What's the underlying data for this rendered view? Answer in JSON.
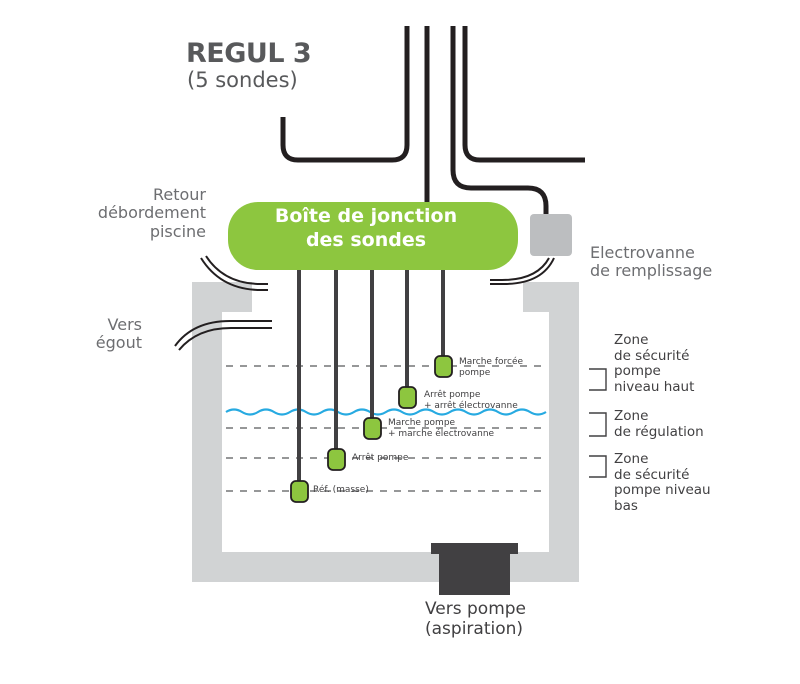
{
  "title": "REGUL 3",
  "subtitle": "(5 sondes)",
  "junction_box": {
    "line1": "Boîte de jonction",
    "line2": "des sondes",
    "color": "#8dc63f"
  },
  "labels": {
    "retour": [
      "Retour",
      "débordement",
      "piscine"
    ],
    "egout": [
      "Vers",
      "égout"
    ],
    "electrovanne": [
      "Electrovanne",
      "de remplissage"
    ],
    "pompe": [
      "Vers pompe",
      "(aspiration)"
    ]
  },
  "probes": [
    {
      "name": "marche-forcee",
      "lines": [
        "Marche forcée",
        "pompe"
      ]
    },
    {
      "name": "arret-pompe-electrovanne",
      "lines": [
        "Arrêt pompe",
        "+ arrêt électrovanne"
      ]
    },
    {
      "name": "marche-pompe-electrovanne",
      "lines": [
        "Marche pompe",
        "+ marche électrovanne"
      ]
    },
    {
      "name": "arret-pompe",
      "lines": [
        "Arrêt pompe"
      ]
    },
    {
      "name": "reference",
      "lines": [
        "Réf. (masse)"
      ]
    }
  ],
  "zones": [
    {
      "name": "securite-haut",
      "lines": [
        "Zone",
        "de sécurité",
        "pompe",
        "niveau haut"
      ]
    },
    {
      "name": "regulation",
      "lines": [
        "Zone",
        "de régulation"
      ]
    },
    {
      "name": "securite-bas",
      "lines": [
        "Zone",
        "de sécurité",
        "pompe niveau",
        "bas"
      ]
    }
  ],
  "colors": {
    "tank": "#d1d3d4",
    "cable": "#231f20",
    "probe": "#8dc63f",
    "water": "#27aae1",
    "valve": "#bcbec0",
    "suction": "#414042"
  }
}
